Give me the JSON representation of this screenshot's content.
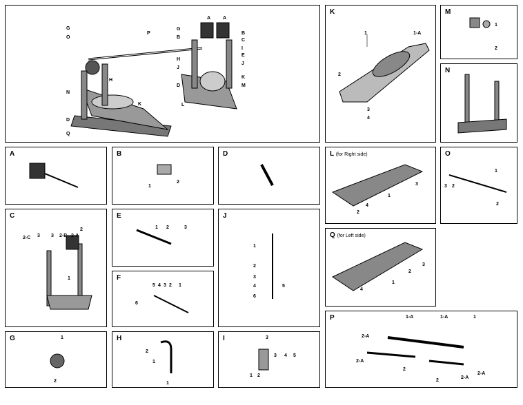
{
  "main": {
    "callouts_left": [
      "G",
      "O",
      "H",
      "N",
      "K",
      "D",
      "Q"
    ],
    "callouts_right": [
      "A",
      "A",
      "G",
      "B",
      "B",
      "C",
      "I",
      "E",
      "J",
      "K",
      "M",
      "L",
      "D",
      "H",
      "J",
      "P"
    ]
  },
  "panels": {
    "A": {
      "label": "A"
    },
    "B": {
      "label": "B",
      "parts": [
        "1",
        "2"
      ]
    },
    "C": {
      "label": "C",
      "parts": [
        "3",
        "3",
        "2-B",
        "2-A",
        "2",
        "2-C",
        "1"
      ]
    },
    "D": {
      "label": "D"
    },
    "E": {
      "label": "E",
      "parts": [
        "1",
        "2",
        "3"
      ]
    },
    "F": {
      "label": "F",
      "parts": [
        "6",
        "5",
        "4",
        "3",
        "2",
        "1"
      ]
    },
    "G": {
      "label": "G",
      "parts": [
        "1",
        "2"
      ]
    },
    "H": {
      "label": "H",
      "parts": [
        "2",
        "1",
        "1"
      ]
    },
    "I": {
      "label": "I",
      "parts": [
        "3",
        "1",
        "2",
        "3",
        "4",
        "5"
      ]
    },
    "J": {
      "label": "J",
      "parts": [
        "1",
        "2",
        "3",
        "4",
        "5",
        "6"
      ]
    },
    "K": {
      "label": "K",
      "parts": [
        "1",
        "1-A",
        "2",
        "3",
        "4"
      ]
    },
    "L": {
      "label": "L",
      "sub": "(for Right side)",
      "parts": [
        "3",
        "1",
        "2",
        "4"
      ]
    },
    "M": {
      "label": "M",
      "parts": [
        "1",
        "2"
      ]
    },
    "N": {
      "label": "N"
    },
    "O": {
      "label": "O",
      "parts": [
        "1",
        "3",
        "2",
        "2"
      ]
    },
    "P": {
      "label": "P",
      "parts": [
        "1-A",
        "1-A",
        "1",
        "2-A",
        "2-A",
        "2",
        "2",
        "2-A",
        "2-A"
      ]
    },
    "Q": {
      "label": "Q",
      "sub": "(for Left side)",
      "parts": [
        "3",
        "2",
        "1",
        "4"
      ]
    }
  }
}
